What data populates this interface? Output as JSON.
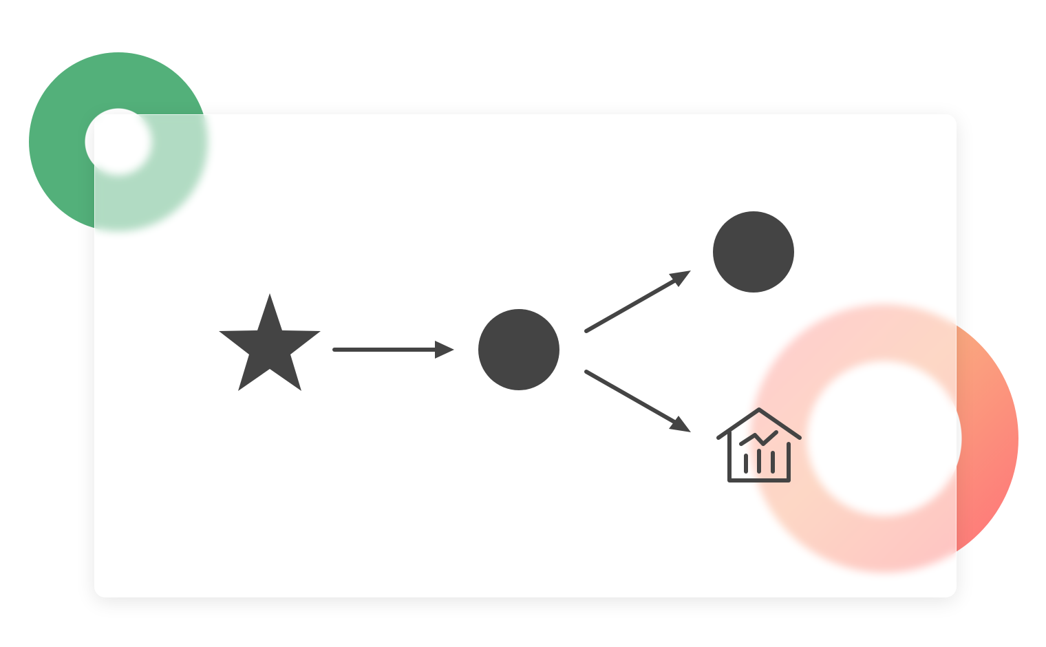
{
  "colors": {
    "ink": "#444444",
    "green": "#53B07A",
    "pink_a": "#FF8F96",
    "pink_b": "#FAA77F",
    "pink_c": "#FF6F78",
    "card": "#FFFFFF"
  },
  "nodes": {
    "source": {
      "icon": "star-icon"
    },
    "hub": {
      "icon": "filled-circle"
    },
    "target_top": {
      "icon": "filled-circle"
    },
    "target_bottom": {
      "icon": "house-chart-icon"
    }
  },
  "edges": [
    {
      "from": "source",
      "to": "hub"
    },
    {
      "from": "hub",
      "to": "target_top"
    },
    {
      "from": "hub",
      "to": "target_bottom"
    }
  ]
}
